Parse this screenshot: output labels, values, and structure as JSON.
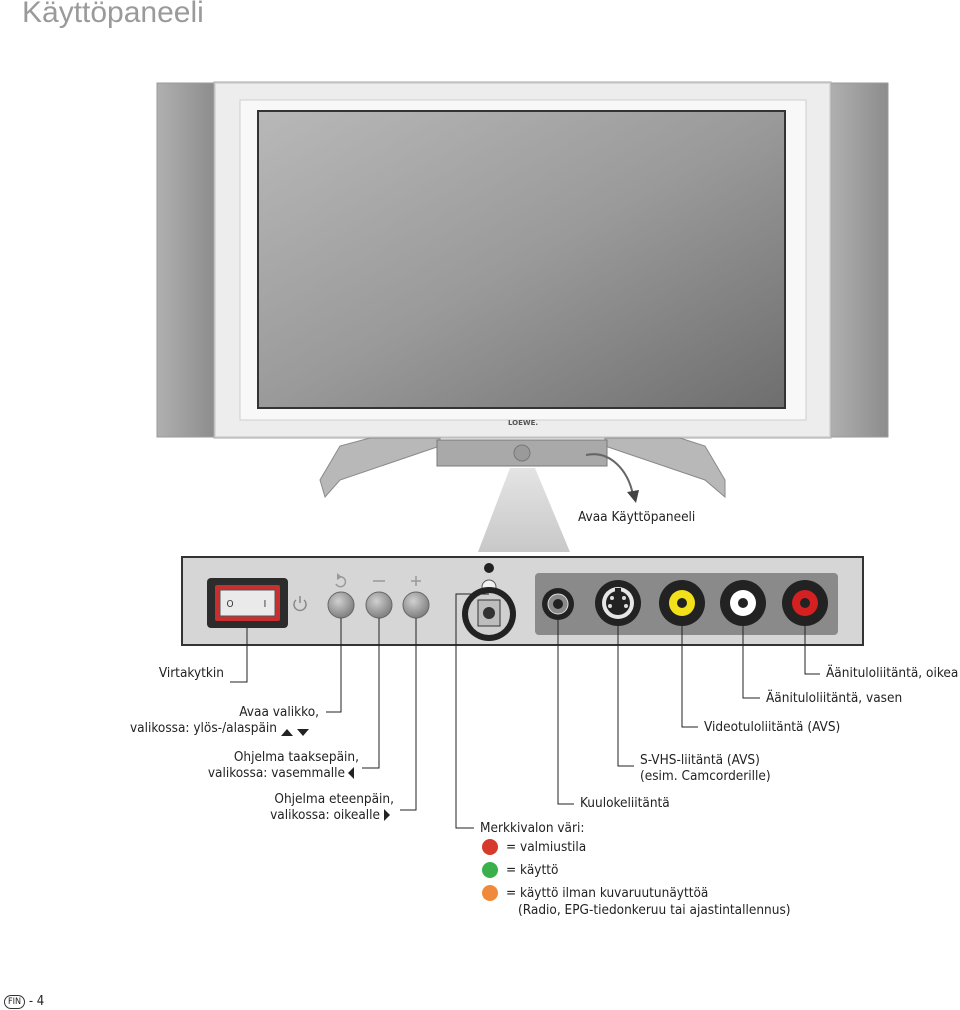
{
  "page": {
    "title": "Käyttöpaneeli",
    "page_number": "- 4",
    "lang_badge": "FIN"
  },
  "tv": {
    "brand": "LOEWE.",
    "open_panel_label": "Avaa Käyttöpaneeli"
  },
  "panel": {
    "switch_off": "O",
    "switch_on": "I",
    "btn_top_labels": [
      "↻",
      "–",
      "+"
    ]
  },
  "labels": {
    "power_switch": "Virtakytkin",
    "menu_line1": "Avaa valikko,",
    "menu_line2": "valikossa: ylös-/alaspäin",
    "prev_line1": "Ohjelma taaksepäin,",
    "prev_line2": "valikossa: vasemmalle",
    "next_line1": "Ohjelma eteenpäin,",
    "next_line2": "valikossa: oikealle",
    "audio_right": "Äänituloliitäntä, oikea",
    "audio_left": "Äänituloliitäntä, vasen",
    "video_in": "Videotuloliitäntä (AVS)",
    "svhs_line1": "S-VHS-liitäntä (AVS)",
    "svhs_line2": "(esim. Camcorderille)",
    "headphone": "Kuulokeliitäntä",
    "indicator_title": "Merkkivalon väri:",
    "indicator_items": [
      {
        "text": "= valmiustila",
        "color": "#d63a2a"
      },
      {
        "text": "= käyttö",
        "color": "#3ab04a"
      },
      {
        "text": "= käyttö ilman kuvaruutunäyttöä",
        "color": "#f08a3a"
      }
    ],
    "indicator_note": "(Radio, EPG-tiedonkeruu tai ajastintallennus)"
  },
  "colors": {
    "red": "#d42020",
    "yellow": "#f2e01a",
    "white": "#ffffff",
    "panel": "#d6d6d6",
    "jackbar": "#888888"
  },
  "icons": [
    "power-icon",
    "reload-icon",
    "minus-icon",
    "plus-icon",
    "arrow-up-icon",
    "arrow-down-icon",
    "arrow-left-icon",
    "arrow-right-icon"
  ]
}
